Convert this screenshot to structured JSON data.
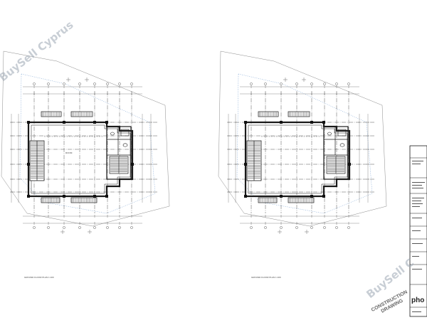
{
  "watermark": {
    "text": "BuySell Cyprus",
    "text_short": "BuySell C"
  },
  "plans": [
    {
      "caption": "GROUND FLOOR PLAN 1:100",
      "room_label": "ROOM"
    },
    {
      "caption": "GROUND FLOOR PLAN 1:100"
    }
  ],
  "stamp": {
    "line1": "CONSTRUCTION",
    "line2": "DRAWING"
  },
  "title_block": {
    "brand": "pho"
  },
  "colors": {
    "line": "#1a1a1a",
    "dim": "#6e6e6e",
    "boundary": "#5b8dc9",
    "watermark": "#9aa6b2"
  }
}
